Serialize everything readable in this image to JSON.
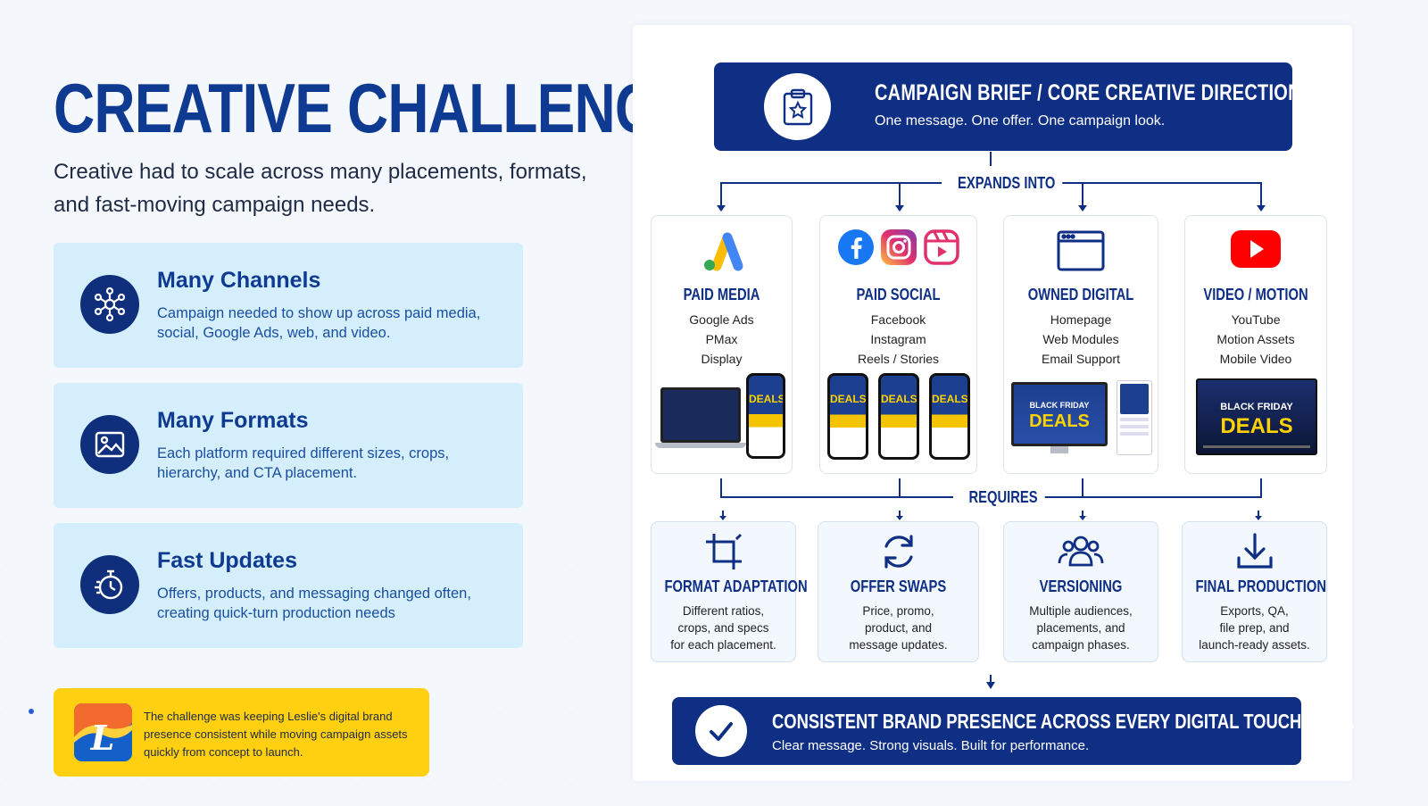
{
  "left": {
    "title": "CREATIVE CHALLENGE",
    "subtitle": "Creative had to scale across many placements, formats, and fast-moving campaign needs.",
    "cards": [
      {
        "title": "Many Channels",
        "desc": "Campaign needed to show up across paid media, social, Google Ads, web, and video.",
        "icon": "network-icon"
      },
      {
        "title": "Many Formats",
        "desc": "Each platform required different sizes, crops, hierarchy, and CTA placement.",
        "icon": "image-icon"
      },
      {
        "title": "Fast Updates",
        "desc": "Offers, products, and messaging changed often, creating quick-turn production needs",
        "icon": "stopwatch-icon"
      }
    ],
    "note": "The challenge was keeping Leslie's digital brand presence consistent while moving campaign assets quickly from concept to launch.",
    "note_logo_letter": "L"
  },
  "diagram": {
    "brief": {
      "title": "CAMPAIGN BRIEF / CORE CREATIVE DIRECTION",
      "subtitle": "One message. One offer. One campaign look.",
      "icon": "clipboard-star-icon"
    },
    "expands_label": "EXPANDS INTO",
    "requires_label": "REQUIRES",
    "channels": [
      {
        "title": "PAID MEDIA",
        "items": [
          "Google Ads",
          "PMax",
          "Display"
        ],
        "icon": "google-ads-icon"
      },
      {
        "title": "PAID SOCIAL",
        "items": [
          "Facebook",
          "Instagram",
          "Reels / Stories"
        ],
        "icon": "social-icons"
      },
      {
        "title": "OWNED DIGITAL",
        "items": [
          "Homepage",
          "Web Modules",
          "Email Support"
        ],
        "icon": "browser-window-icon"
      },
      {
        "title": "VIDEO / MOTION",
        "items": [
          "YouTube",
          "Motion Assets",
          "Mobile Video"
        ],
        "icon": "youtube-icon"
      }
    ],
    "mockup_text": {
      "black_friday": "BLACK FRIDAY",
      "deals": "DEALS"
    },
    "requirements": [
      {
        "title": "FORMAT ADAPTATION",
        "desc": [
          "Different ratios,",
          "crops, and specs",
          "for each placement."
        ],
        "icon": "crop-icon"
      },
      {
        "title": "OFFER SWAPS",
        "desc": [
          "Price, promo,",
          "product, and",
          "message updates."
        ],
        "icon": "refresh-icon"
      },
      {
        "title": "VERSIONING",
        "desc": [
          "Multiple audiences,",
          "placements, and",
          "campaign phases."
        ],
        "icon": "users-icon"
      },
      {
        "title": "FINAL PRODUCTION",
        "desc": [
          "Exports, QA,",
          "file prep, and",
          "launch-ready assets."
        ],
        "icon": "download-icon"
      }
    ],
    "result": {
      "title": "CONSISTENT BRAND PRESENCE ACROSS EVERY DIGITAL TOUCHPOINT.",
      "subtitle": "Clear message. Strong visuals. Built for performance.",
      "icon": "checkmark-icon"
    }
  },
  "colors": {
    "navy": "#0f2f85",
    "title_blue": "#0f3a91",
    "card_bg": "#d4effb",
    "note_yellow": "#ffcf12"
  }
}
